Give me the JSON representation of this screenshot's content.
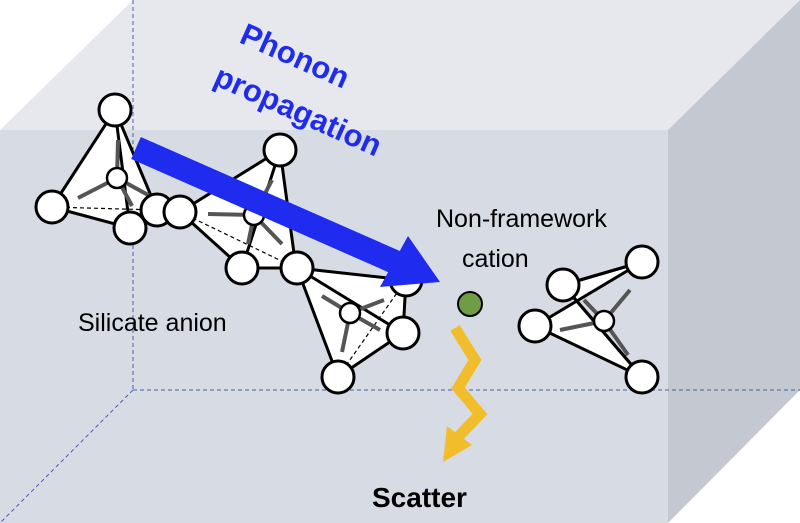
{
  "labels": {
    "phonon_line1": "Phonon",
    "phonon_line2": "propagation",
    "cation_line1": "Non-framework",
    "cation_line2": "cation",
    "silicate": "Silicate anion",
    "scatter": "Scatter"
  },
  "colors": {
    "box_front": "#d6dbe4",
    "box_top": "#e6e8ee",
    "box_side": "#c4c8d1",
    "phonon_arrow": "#1f2cf0",
    "phonon_text": "#1f2cf0",
    "cation": "#6f9d45",
    "scatter_arrow": "#f2bd2b",
    "text": "#000000"
  }
}
